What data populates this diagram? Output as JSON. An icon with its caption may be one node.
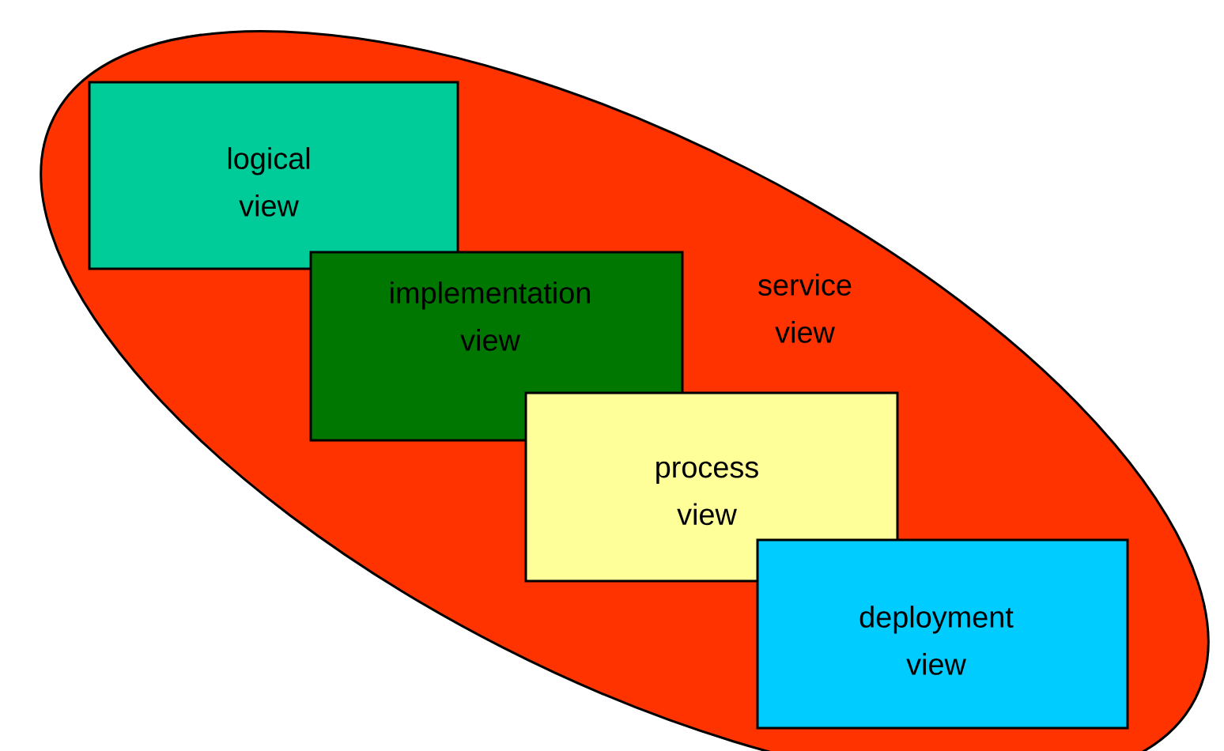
{
  "diagram": {
    "nodes": [
      {
        "text": [
          "service view"
        ]
      },
      {
        "text": [
          "logical view"
        ],
        "in": 0
      },
      {
        "text": [
          "implementation view"
        ],
        "in": 0
      },
      {
        "text": [
          "process view"
        ],
        "in": 0
      },
      {
        "text": [
          "deployment view"
        ],
        "in": 0
      }
    ]
  }
}
